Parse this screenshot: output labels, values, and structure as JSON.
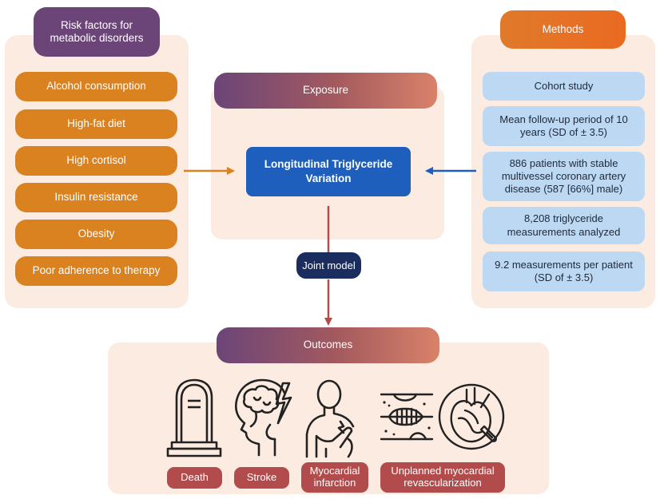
{
  "risk": {
    "title": "Risk factors for metabolic disorders",
    "items": [
      "Alcohol consumption",
      "High-fat diet",
      "High cortisol",
      "Insulin resistance",
      "Obesity",
      "Poor adherence to therapy"
    ]
  },
  "methods": {
    "title": "Methods",
    "items": [
      "Cohort study",
      "Mean follow-up period of 10 years (SD of ± 3.5)",
      "886 patients with stable multivessel coronary artery disease (587 [66%] male)",
      "8,208 triglyceride measurements analyzed",
      "9.2 measurements per patient (SD of ± 3.5)"
    ]
  },
  "exposure": {
    "title": "Exposure",
    "center": "Longitudinal Triglyceride Variation"
  },
  "joint": {
    "label": "Joint model"
  },
  "outcomes": {
    "title": "Outcomes",
    "items": [
      "Death",
      "Stroke",
      "Myocardial infarction",
      "Unplanned myocardial revascularization"
    ]
  },
  "colors": {
    "orange": "#d9821f",
    "panel": "#fcebe0",
    "blue_item": "#bcd8f2",
    "dark_blue": "#1e5fbe",
    "navy": "#1b2d5e",
    "red": "#b24b4b"
  },
  "icons": [
    "tombstone-icon",
    "stroke-head-icon",
    "chest-pain-icon",
    "stent-artery-icon",
    "heart-vessels-icon"
  ]
}
